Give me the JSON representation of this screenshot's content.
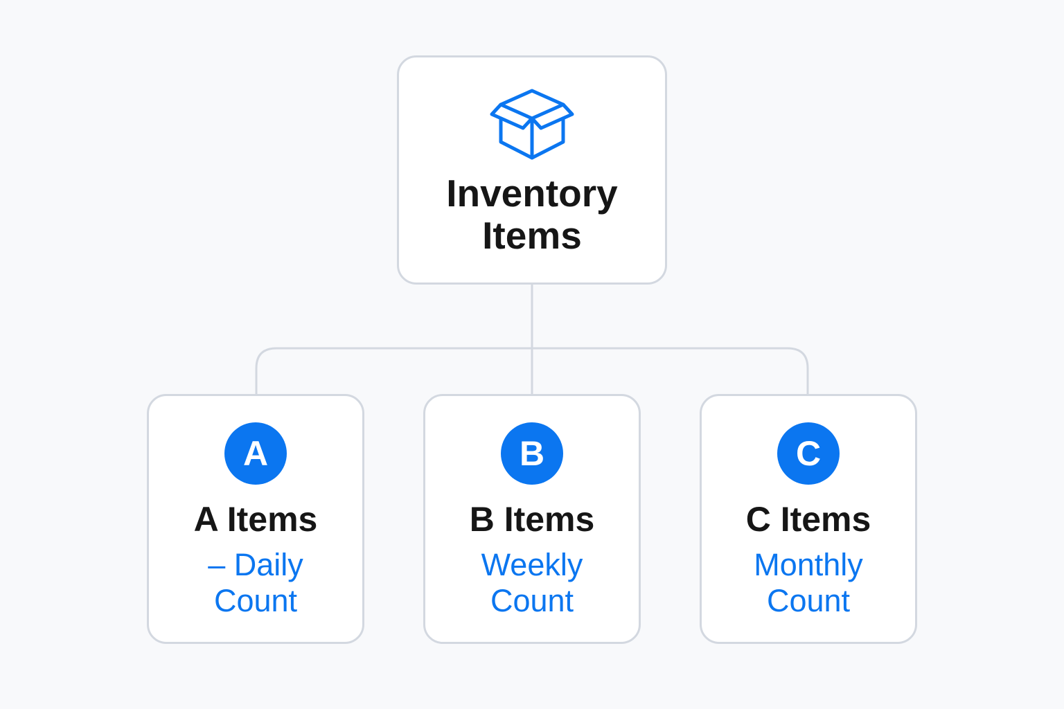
{
  "root": {
    "icon": "open-box-icon",
    "title": "Inventory Items"
  },
  "children": [
    {
      "badge": "A",
      "label": "A Items",
      "sub": "– Daily Count"
    },
    {
      "badge": "B",
      "label": "B Items",
      "sub": "Weekly Count"
    },
    {
      "badge": "C",
      "label": "C Items",
      "sub": "Monthly Count"
    }
  ],
  "colors": {
    "accent": "#0b76f0",
    "border": "#d3d8e0",
    "text": "#161616",
    "background": "#f8f9fb"
  }
}
